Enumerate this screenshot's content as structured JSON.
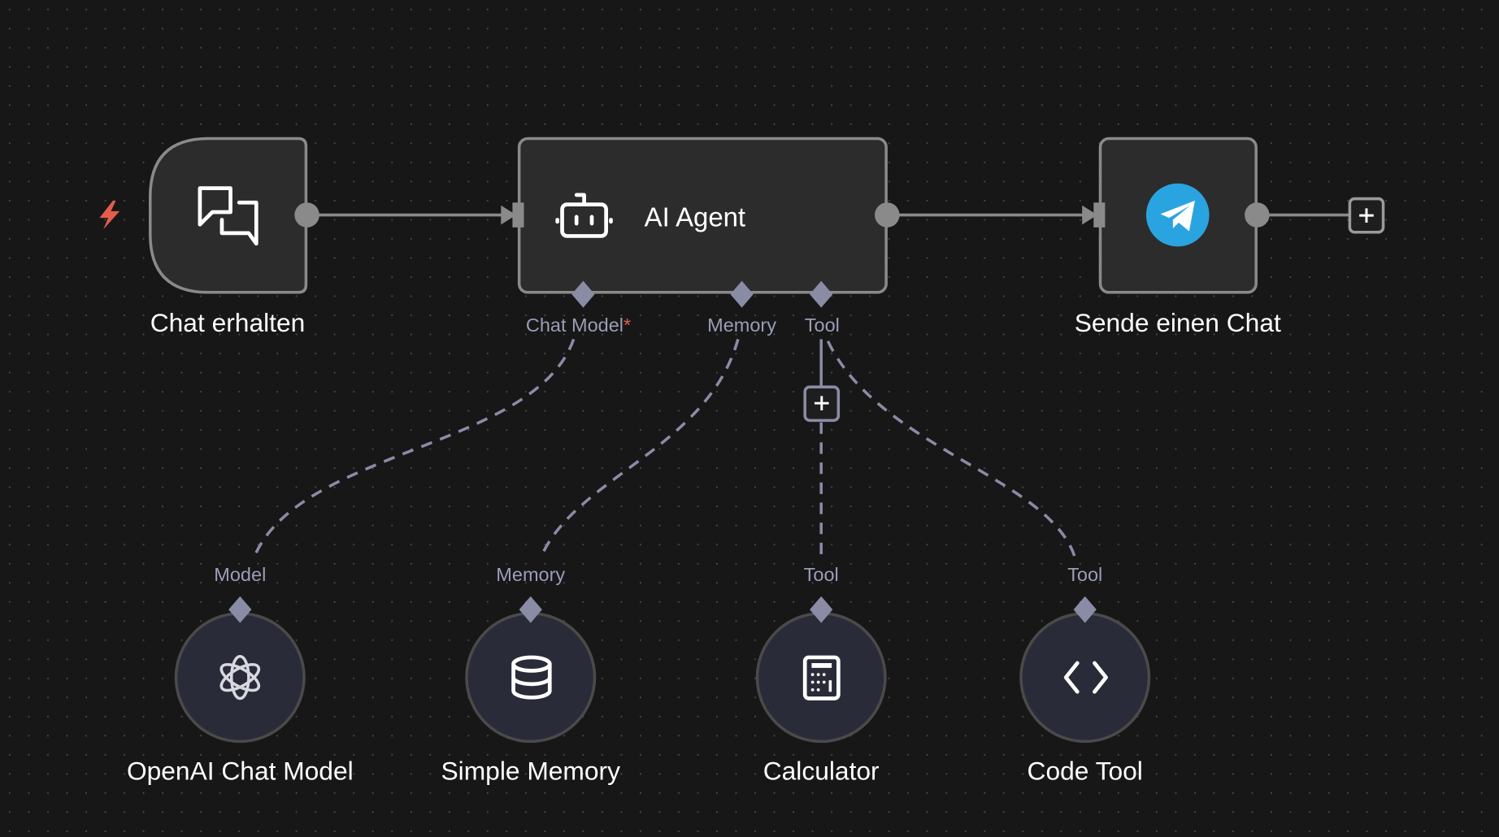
{
  "canvas": {
    "background": "#171717",
    "accent_trigger": "#e45d4c",
    "telegram_color": "#2aa4e0"
  },
  "nodes": {
    "chat_trigger": {
      "label": "Chat erhalten",
      "icon": "chat-bubbles-icon"
    },
    "ai_agent": {
      "label": "AI Agent",
      "icon": "robot-icon",
      "handles": {
        "chat_model": "Chat Model",
        "required_mark": "*",
        "memory": "Memory",
        "tool": "Tool"
      }
    },
    "telegram": {
      "label": "Sende einen Chat",
      "icon": "telegram-icon"
    },
    "openai": {
      "label": "OpenAI Chat Model",
      "handle": "Model",
      "icon": "openai-icon"
    },
    "memory": {
      "label": "Simple Memory",
      "handle": "Memory",
      "icon": "database-icon"
    },
    "calculator": {
      "label": "Calculator",
      "handle": "Tool",
      "icon": "calculator-icon"
    },
    "code_tool": {
      "label": "Code Tool",
      "handle": "Tool",
      "icon": "code-icon"
    }
  }
}
